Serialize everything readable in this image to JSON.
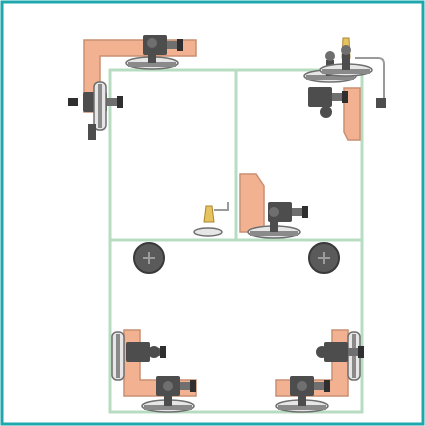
{
  "diagram": {
    "colors": {
      "frame_border": "#1ea7ad",
      "page_bg": "#ffffff",
      "panel_line": "#b8dcc1",
      "copper": "#f2b292",
      "copper_stroke": "#c98f72",
      "metal_dark": "#4d4d4d",
      "metal_mid": "#6f6f6f",
      "base_light": "#e6e6e6",
      "base_dark": "#8a8a8a",
      "brass": "#e7c35f",
      "wire": "#9a9a9a"
    },
    "components": [
      {
        "id": "clamp-top-left",
        "type": "angled-copper-clamp-with-suction-base"
      },
      {
        "id": "clamp-top-right",
        "type": "copper-bracket-clamp-with-wire-probe"
      },
      {
        "id": "clamp-center",
        "type": "copper-bracket-clamp-with-probe"
      },
      {
        "id": "clamp-bottom-left",
        "type": "l-copper-clamp-with-suction-base"
      },
      {
        "id": "clamp-bottom-right",
        "type": "l-copper-clamp-with-suction-base"
      },
      {
        "id": "foot-left",
        "type": "round-rubber-foot",
        "glyph": "+"
      },
      {
        "id": "foot-right",
        "type": "round-rubber-foot",
        "glyph": "+"
      }
    ]
  }
}
